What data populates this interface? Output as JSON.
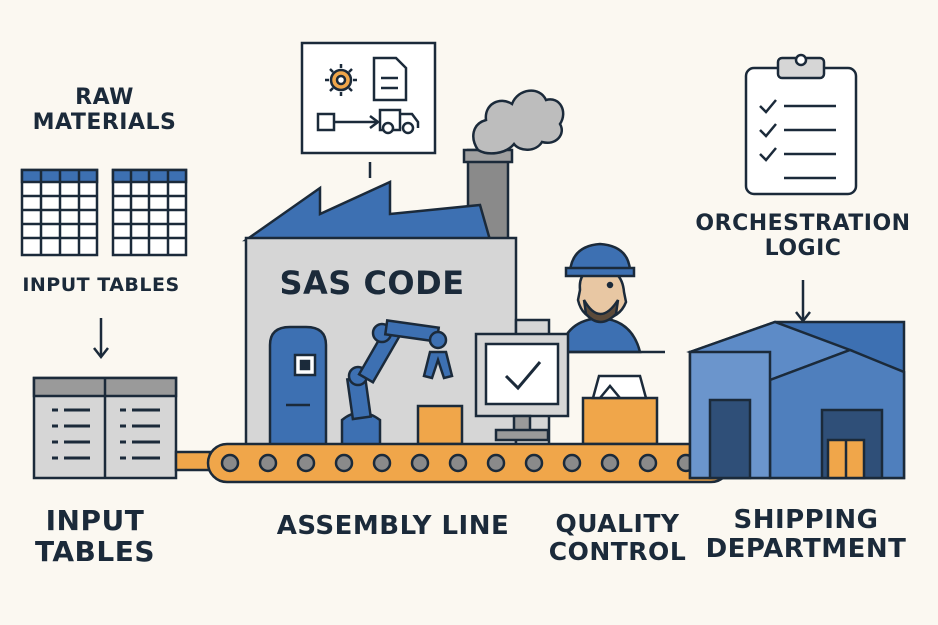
{
  "raw_materials": {
    "line1": "RAW",
    "line2": "MATERIALS"
  },
  "input_tables_top": "INPUT TABLES",
  "input_tables_bottom": {
    "line1": "INPUT",
    "line2": "TABLES"
  },
  "sas_code": "SAS CODE",
  "assembly_line": "ASSEMBLY LINE",
  "quality_control": {
    "line1": "QUALITY",
    "line2": "CONTROL"
  },
  "shipping_department": {
    "line1": "SHIPPING",
    "line2": "DEPARTMENT"
  },
  "orchestration_logic": {
    "line1": "ORCHESTRATION",
    "line2": "LOGIC"
  },
  "colors": {
    "ink": "#1b2a3a",
    "blue": "#3d70b2",
    "blue_dark": "#2c5a94",
    "orange": "#f0a64a",
    "grey_building": "#d6d6d6",
    "grey_chimney": "#8a8a8a",
    "background": "#fbf8f1"
  }
}
